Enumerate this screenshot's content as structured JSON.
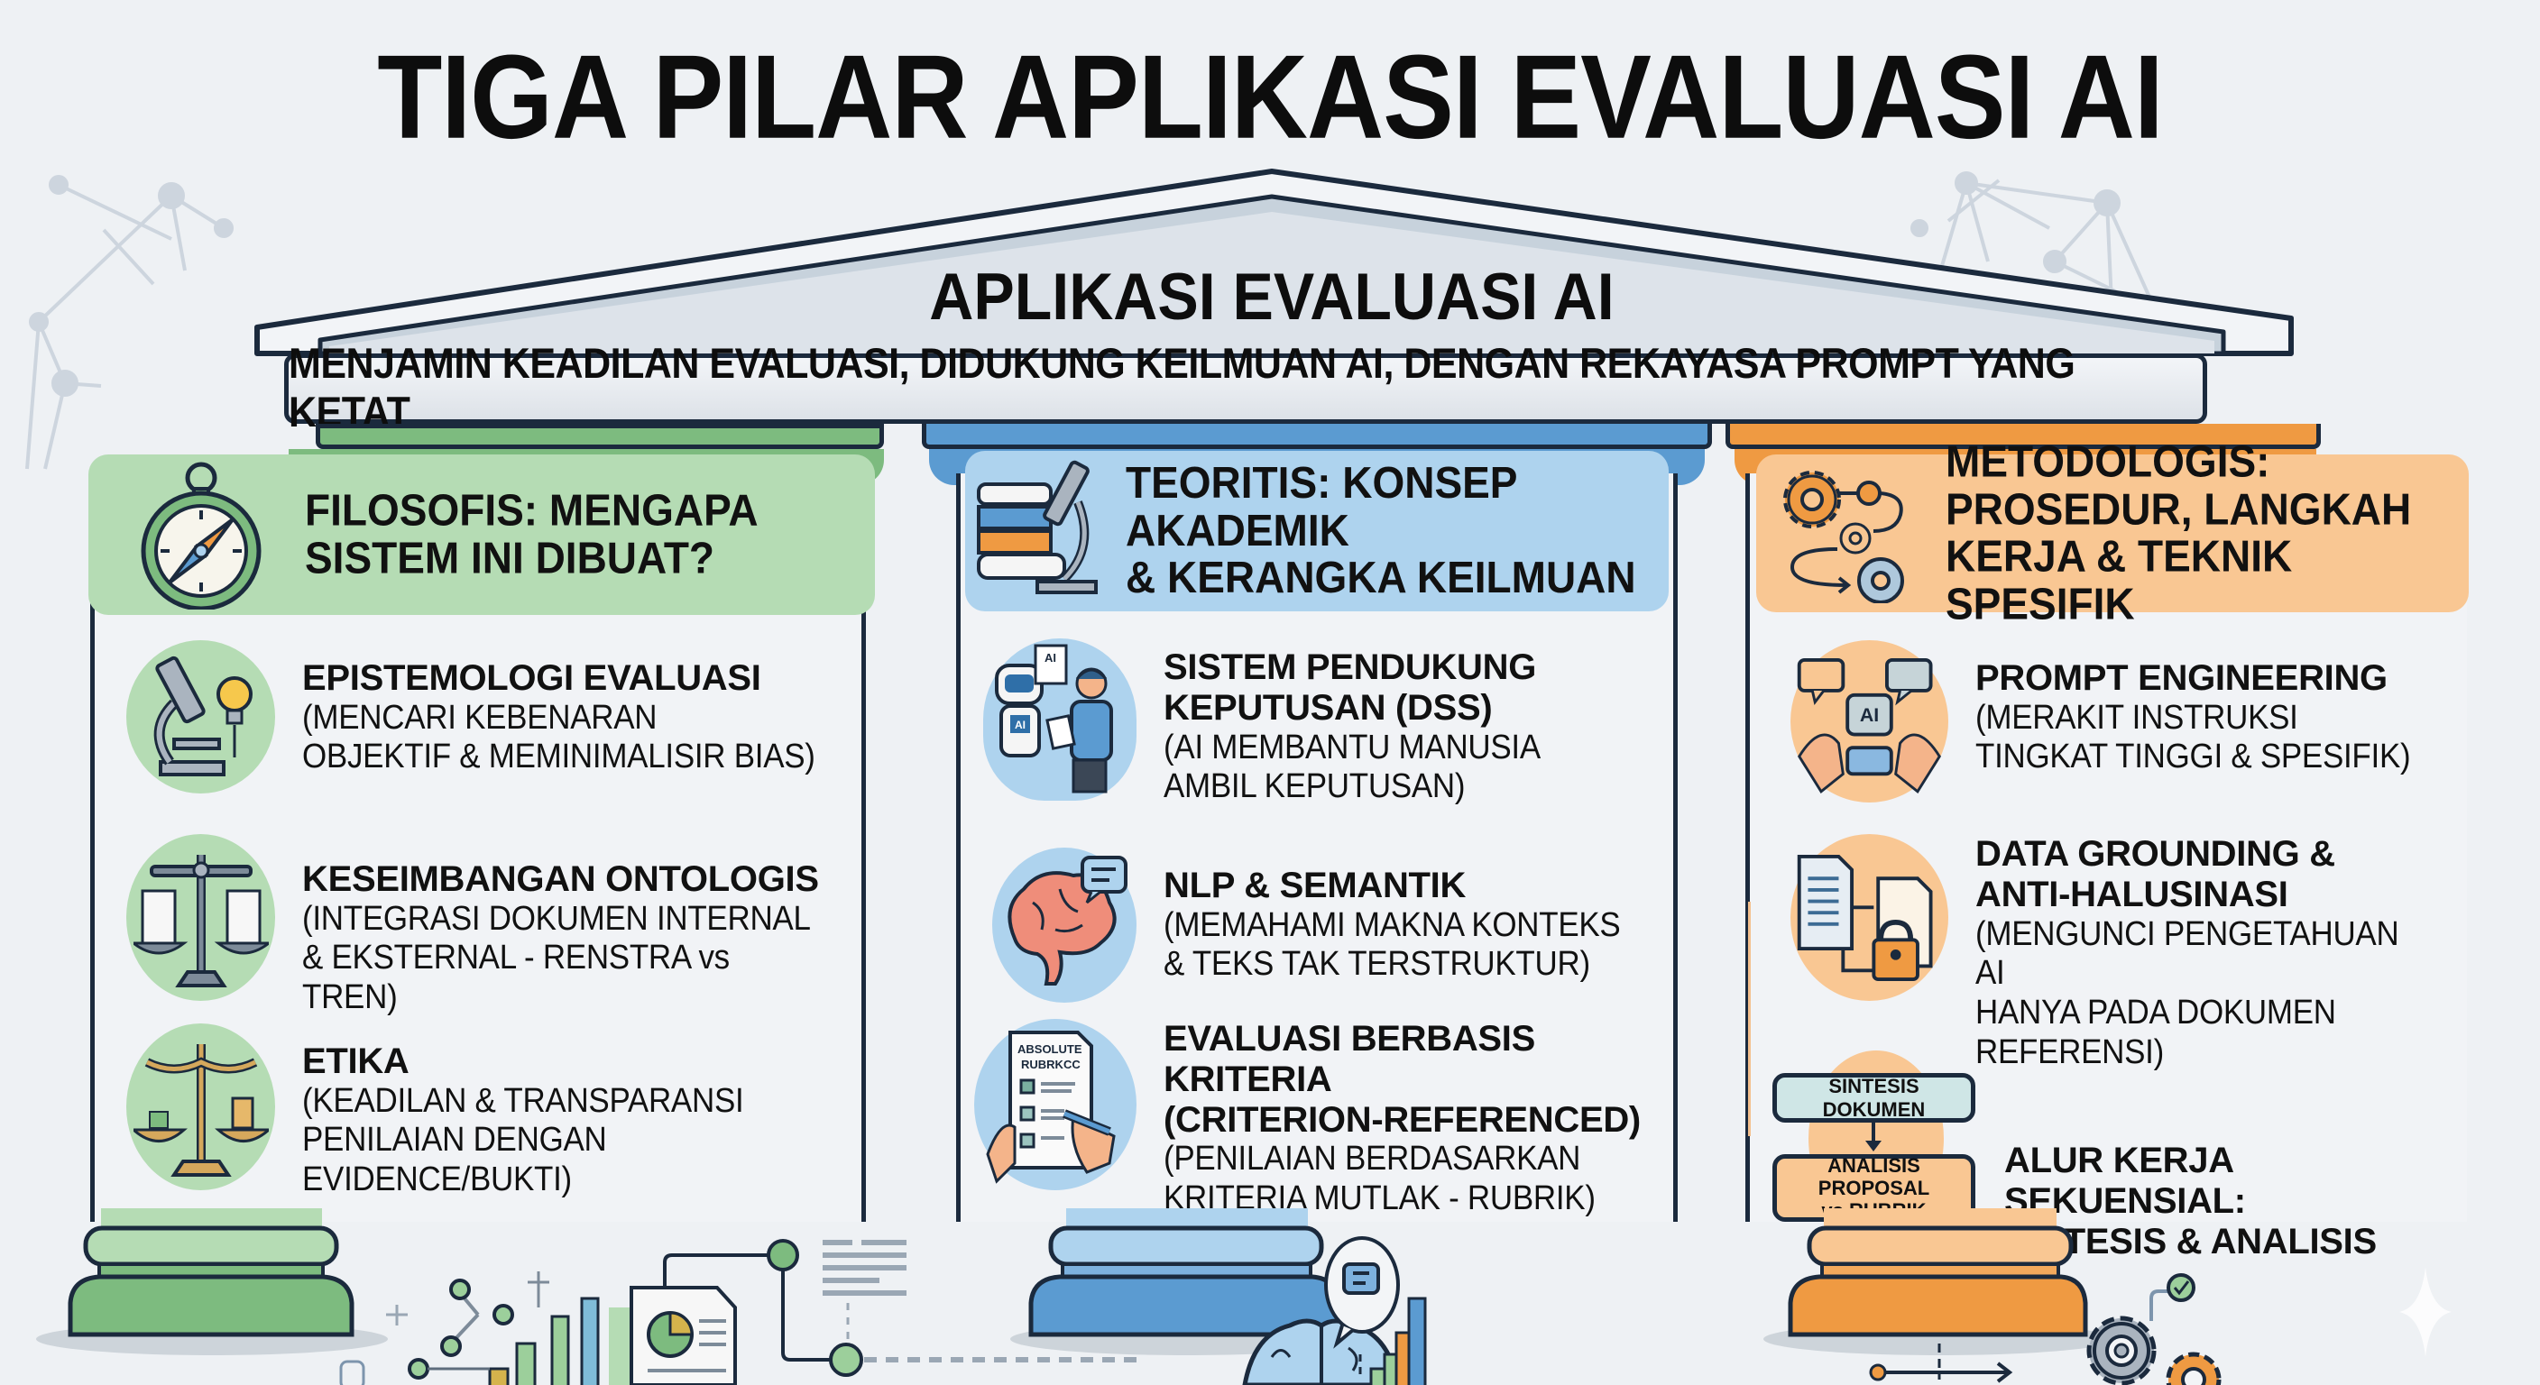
{
  "title": "TIGA PILAR APLIKASI EVALUASI AI",
  "roof": {
    "label": "APLIKASI EVALUASI AI",
    "tagline": "MENJAMIN KEADILAN EVALUASI, DIDUKUNG KEILMUAN AI, DENGAN REKAYASA PROMPT YANG KETAT"
  },
  "colors": {
    "green": "#7dbb7f",
    "green_light": "#b5dcb4",
    "blue": "#5b9bd1",
    "blue_light": "#aed3ee",
    "orange": "#ef9a42",
    "orange_light": "#f9c793",
    "outline": "#1b2a3d",
    "background": "#eef1f4"
  },
  "pillars": [
    {
      "id": "filosofis",
      "header_icon": "compass-icon",
      "header": "FILOSOFIS: MENGAPA SISTEM INI DIBUAT?",
      "header_lines": [
        "FILOSOFIS: MENGAPA",
        "SISTEM INI DIBUAT?"
      ],
      "items": [
        {
          "icon": "microscope-lightbulb-icon",
          "title": "EPISTEMOLOGI EVALUASI",
          "desc_lines": [
            "(MENCARI KEBENARAN",
            "OBJEKTIF & MEMINIMALISIR BIAS)"
          ]
        },
        {
          "icon": "balance-scale-documents-icon",
          "title": "KESEIMBANGAN ONTOLOGIS",
          "desc_lines": [
            "(INTEGRASI DOKUMEN INTERNAL",
            "& EKSTERNAL - RENSTRA vs TREN)"
          ]
        },
        {
          "icon": "justice-scale-icon",
          "title": "ETIKA",
          "desc_lines": [
            "(KEADILAN & TRANSPARANSI",
            "PENILAIAN DENGAN",
            "EVIDENCE/BUKTI)"
          ]
        }
      ]
    },
    {
      "id": "teoritis",
      "header_icon": "books-microscope-icon",
      "header": "TEORITIS: KONSEP AKADEMIK & KERANGKA KEILMUAN",
      "header_lines": [
        "TEORITIS: KONSEP",
        "AKADEMIK",
        "& KERANGKA KEILMUAN"
      ],
      "items": [
        {
          "icon": "robot-human-icon",
          "title_lines": [
            "SISTEM PENDUKUNG",
            "KEPUTUSAN (DSS)"
          ],
          "desc_lines": [
            "(AI MEMBANTU MANUSIA",
            "AMBIL KEPUTUSAN)"
          ],
          "icon_labels": [
            "AI",
            "AI"
          ]
        },
        {
          "icon": "brain-chat-icon",
          "title_lines": [
            "NLP & SEMANTIK"
          ],
          "desc_lines": [
            "(MEMAHAMI MAKNA KONTEKS",
            "& TEKS TAK TERSTRUKTUR)"
          ]
        },
        {
          "icon": "rubric-checklist-icon",
          "title_lines": [
            "EVALUASI BERBASIS KRITERIA",
            "(CRITERION-REFERENCED)"
          ],
          "desc_lines": [
            "(PENILAIAN BERDASARKAN",
            "KRITERIA MUTLAK - RUBRIK)"
          ],
          "icon_labels": [
            "ABSOLUTE",
            "RUBRKCC"
          ]
        }
      ]
    },
    {
      "id": "metodologis",
      "header_icon": "gears-workflow-icon",
      "header": "METODOLOGIS: PROSEDUR, LANGKAH KERJA & TEKNIK SPESIFIK",
      "header_lines": [
        "METODOLOGIS:",
        "PROSEDUR, LANGKAH",
        "KERJA & TEKNIK SPESIFIK"
      ],
      "items": [
        {
          "icon": "prompt-chat-ai-icon",
          "title_lines": [
            "PROMPT ENGINEERING"
          ],
          "desc_lines": [
            "(MERAKIT INSTRUKSI",
            "TINGKAT TINGGI & SPESIFIK)"
          ],
          "icon_labels": [
            "AI"
          ]
        },
        {
          "icon": "document-lock-icon",
          "title_lines": [
            "DATA GROUNDING &",
            "ANTI-HALUSINASI"
          ],
          "desc_lines": [
            "(MENGUNCI PENGETAHUAN AI",
            "HANYA PADA DOKUMEN",
            "REFERENSI)"
          ]
        },
        {
          "icon": "sequential-flow-icon",
          "title_lines": [
            "ALUR KERJA SEKUENSIAL:",
            "SINTESIS & ANALISIS"
          ],
          "desc_lines": [],
          "flow_steps": [
            "SINTESIS DOKUMEN",
            "ANALISIS PROPOSAL vs RUBRIK"
          ],
          "flow_step_lines": [
            [
              "SINTESIS DOKUMEN"
            ],
            [
              "ANALISIS PROPOSAL",
              "vs RUBRIK"
            ]
          ]
        }
      ]
    }
  ],
  "decorations": [
    "network-graph-icon",
    "bar-chart-icon",
    "pie-chart-document-icon",
    "brain-icon",
    "speech-bubble-icon",
    "gears-icon",
    "checkmark-icon",
    "sparkle-icon"
  ]
}
